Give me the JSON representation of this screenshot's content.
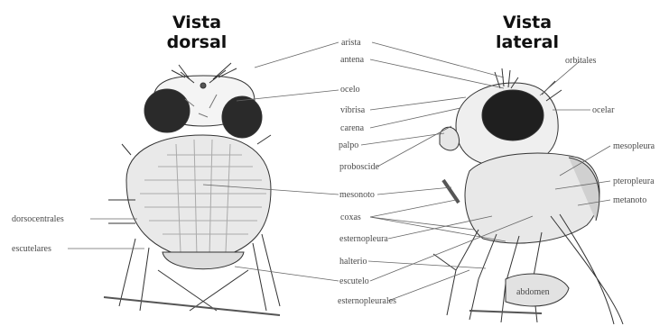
{
  "titles": {
    "dorsal": [
      "Vista",
      "dorsal"
    ],
    "lateral": [
      "Vista",
      "lateral"
    ]
  },
  "labels": {
    "arista": "arista",
    "antena": "antena",
    "ocelo": "ocelo",
    "vibrisa": "vibrisa",
    "carena": "carena",
    "palpo": "palpo",
    "proboscide": "proboscide",
    "mesonoto": "mesonoto",
    "coxas": "coxas",
    "esternopleura": "esternopleura",
    "halterio": "halterio",
    "escutelo": "escutelo",
    "esternopleurales": "esternopleurales",
    "dorsocentrales": "dorsocentrales",
    "escutelares": "escutelares",
    "orbitales": "orbitales",
    "ocelar": "ocelar",
    "mesopleura": "mesopleura",
    "pteropleura": "pteropleura",
    "metanoto": "metanoto",
    "abdomen": "abdomen"
  }
}
